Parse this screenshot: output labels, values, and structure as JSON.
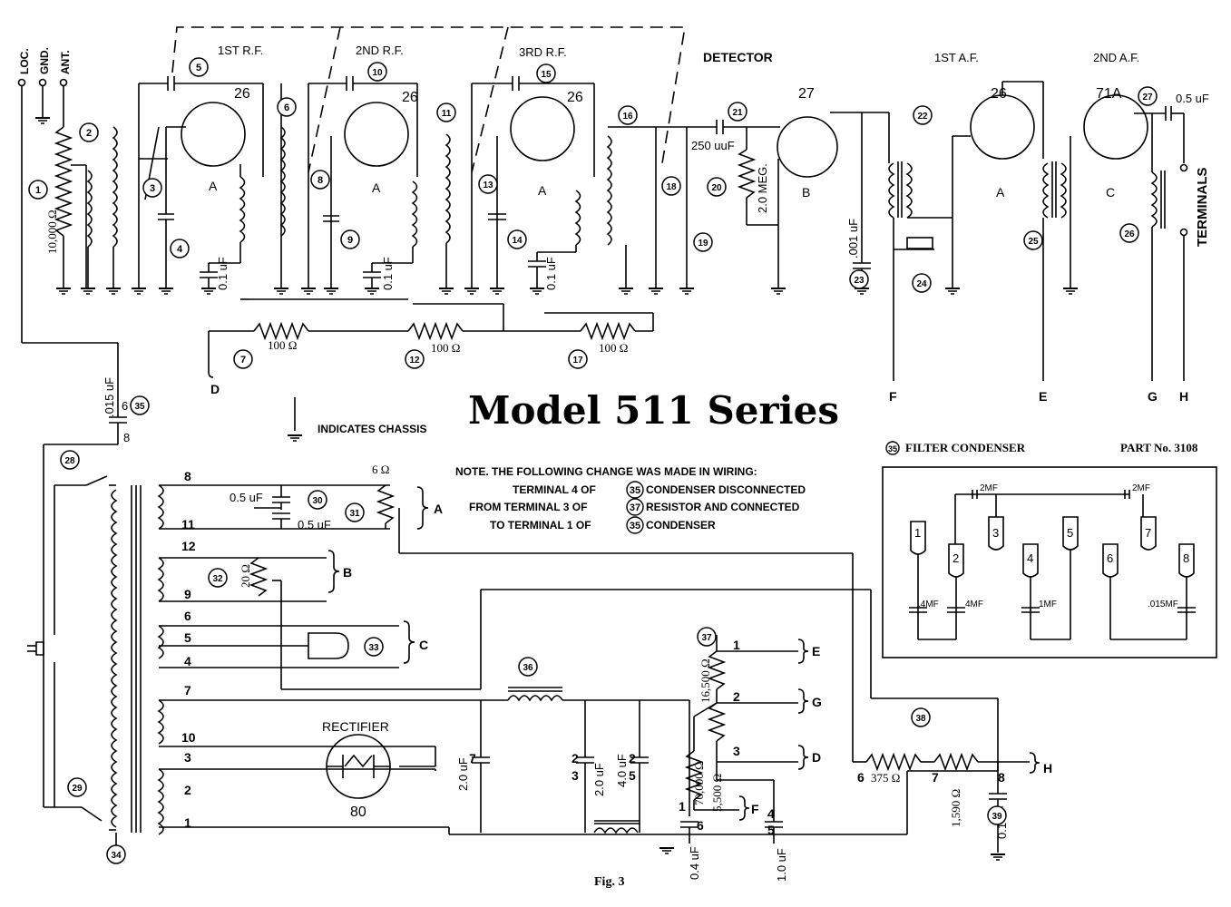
{
  "title": "Model 511 Series",
  "figure_caption": "Fig. 3",
  "inputs": {
    "loc": "LOC.",
    "gnd": "GND.",
    "ant": "ANT."
  },
  "stages": {
    "rf1": "1ST R.F.",
    "rf2": "2ND R.F.",
    "rf3": "3RD R.F.",
    "detector": "DETECTOR",
    "af1": "1ST A.F.",
    "af2": "2ND A.F."
  },
  "tubes": {
    "rf1": "26",
    "rf2": "26",
    "rf3": "26",
    "det": "27",
    "af1": "26",
    "af2": "71A",
    "rectifier": "80",
    "rectifier_label": "RECTIFIER"
  },
  "heater_letters": {
    "rf1": "A",
    "rf2": "A",
    "rf3": "A",
    "det": "B",
    "af1": "A",
    "af2": "C"
  },
  "values": {
    "r1": "10,000 Ω",
    "c21": "250 uuF",
    "r20": "2.0 MEG.",
    "c23": ".001 uF",
    "c27": "0.5 uF",
    "bypass1": "0.1 uF",
    "bypass2": "0.1 uF",
    "bypass3": "0.1 uF",
    "r7": "100 Ω",
    "r12": "100 Ω",
    "r17": "100 Ω",
    "c35_top": ".015 uF",
    "c35_pins": "6",
    "c35_pin2": "8",
    "c30_top": "0.5 uF",
    "c30_bot": "0.5 uF",
    "r31": "6 Ω",
    "r32": "20 Ω",
    "r37_top": "16,500 Ω",
    "r37_bot": "5,500 Ω",
    "r37_b": "70,000 Ω",
    "r38a": "375 Ω",
    "r38b": "1,590 Ω",
    "c_f1": "2.0 uF",
    "c_f2": "2.0 uF",
    "c_f3": "4.0 uF",
    "c_f4": "0.4 uF",
    "c_f5": "1.0 uF",
    "c39": "0.1 uF"
  },
  "part_numbers": [
    "1",
    "2",
    "3",
    "4",
    "5",
    "6",
    "7",
    "8",
    "9",
    "10",
    "11",
    "12",
    "13",
    "14",
    "15",
    "16",
    "17",
    "18",
    "19",
    "20",
    "21",
    "22",
    "23",
    "24",
    "25",
    "26",
    "27",
    "28",
    "29",
    "30",
    "31",
    "32",
    "33",
    "34",
    "35",
    "36",
    "37",
    "38",
    "39"
  ],
  "terminals_label": "TERMINALS",
  "bus_letters": {
    "d_top": "D",
    "f_top": "F",
    "e_top": "E",
    "g_top": "G",
    "h_top": "H",
    "a_psu": "A",
    "b_psu": "B",
    "c_psu": "C",
    "e_psu": "E",
    "g_psu": "G",
    "d_psu": "D",
    "f_psu": "F",
    "h_psu": "H"
  },
  "transformer_pins": [
    "8",
    "11",
    "12",
    "9",
    "6",
    "5",
    "4",
    "7",
    "10",
    "3",
    "2",
    "1"
  ],
  "chassis_note": "INDICATES CHASSIS",
  "wiring_note": {
    "line1": "NOTE.  THE FOLLOWING CHANGE WAS MADE IN WIRING:",
    "line2_a": "TERMINAL 4 OF",
    "line2_n": "35",
    "line2_b": "CONDENSER DISCONNECTED",
    "line3_a": "FROM TERMINAL 3 OF",
    "line3_n": "37",
    "line3_b": "RESISTOR AND CONNECTED",
    "line4_a": "TO TERMINAL 1 OF",
    "line4_n": "35",
    "line4_b": "CONDENSER"
  },
  "filter_box": {
    "circled": "35",
    "title": "FILTER CONDENSER",
    "part_no": "PART No. 3108",
    "caps": [
      "2MF",
      "2MF",
      ".4MF",
      "4MF",
      "1MF",
      ".015MF"
    ],
    "terminals": [
      "1",
      "2",
      "3",
      "4",
      "5",
      "6",
      "7",
      "8"
    ]
  },
  "divider_pins": {
    "p1": "1",
    "p2": "2",
    "p3": "3",
    "p6": "6",
    "p7": "7",
    "p8": "8"
  },
  "filter_pins": {
    "a7": "7",
    "a2": "2",
    "a3": "3",
    "b2": "2",
    "b5": "5",
    "b1": "1",
    "b6": "6",
    "b4": "4",
    "b5b": "5"
  }
}
